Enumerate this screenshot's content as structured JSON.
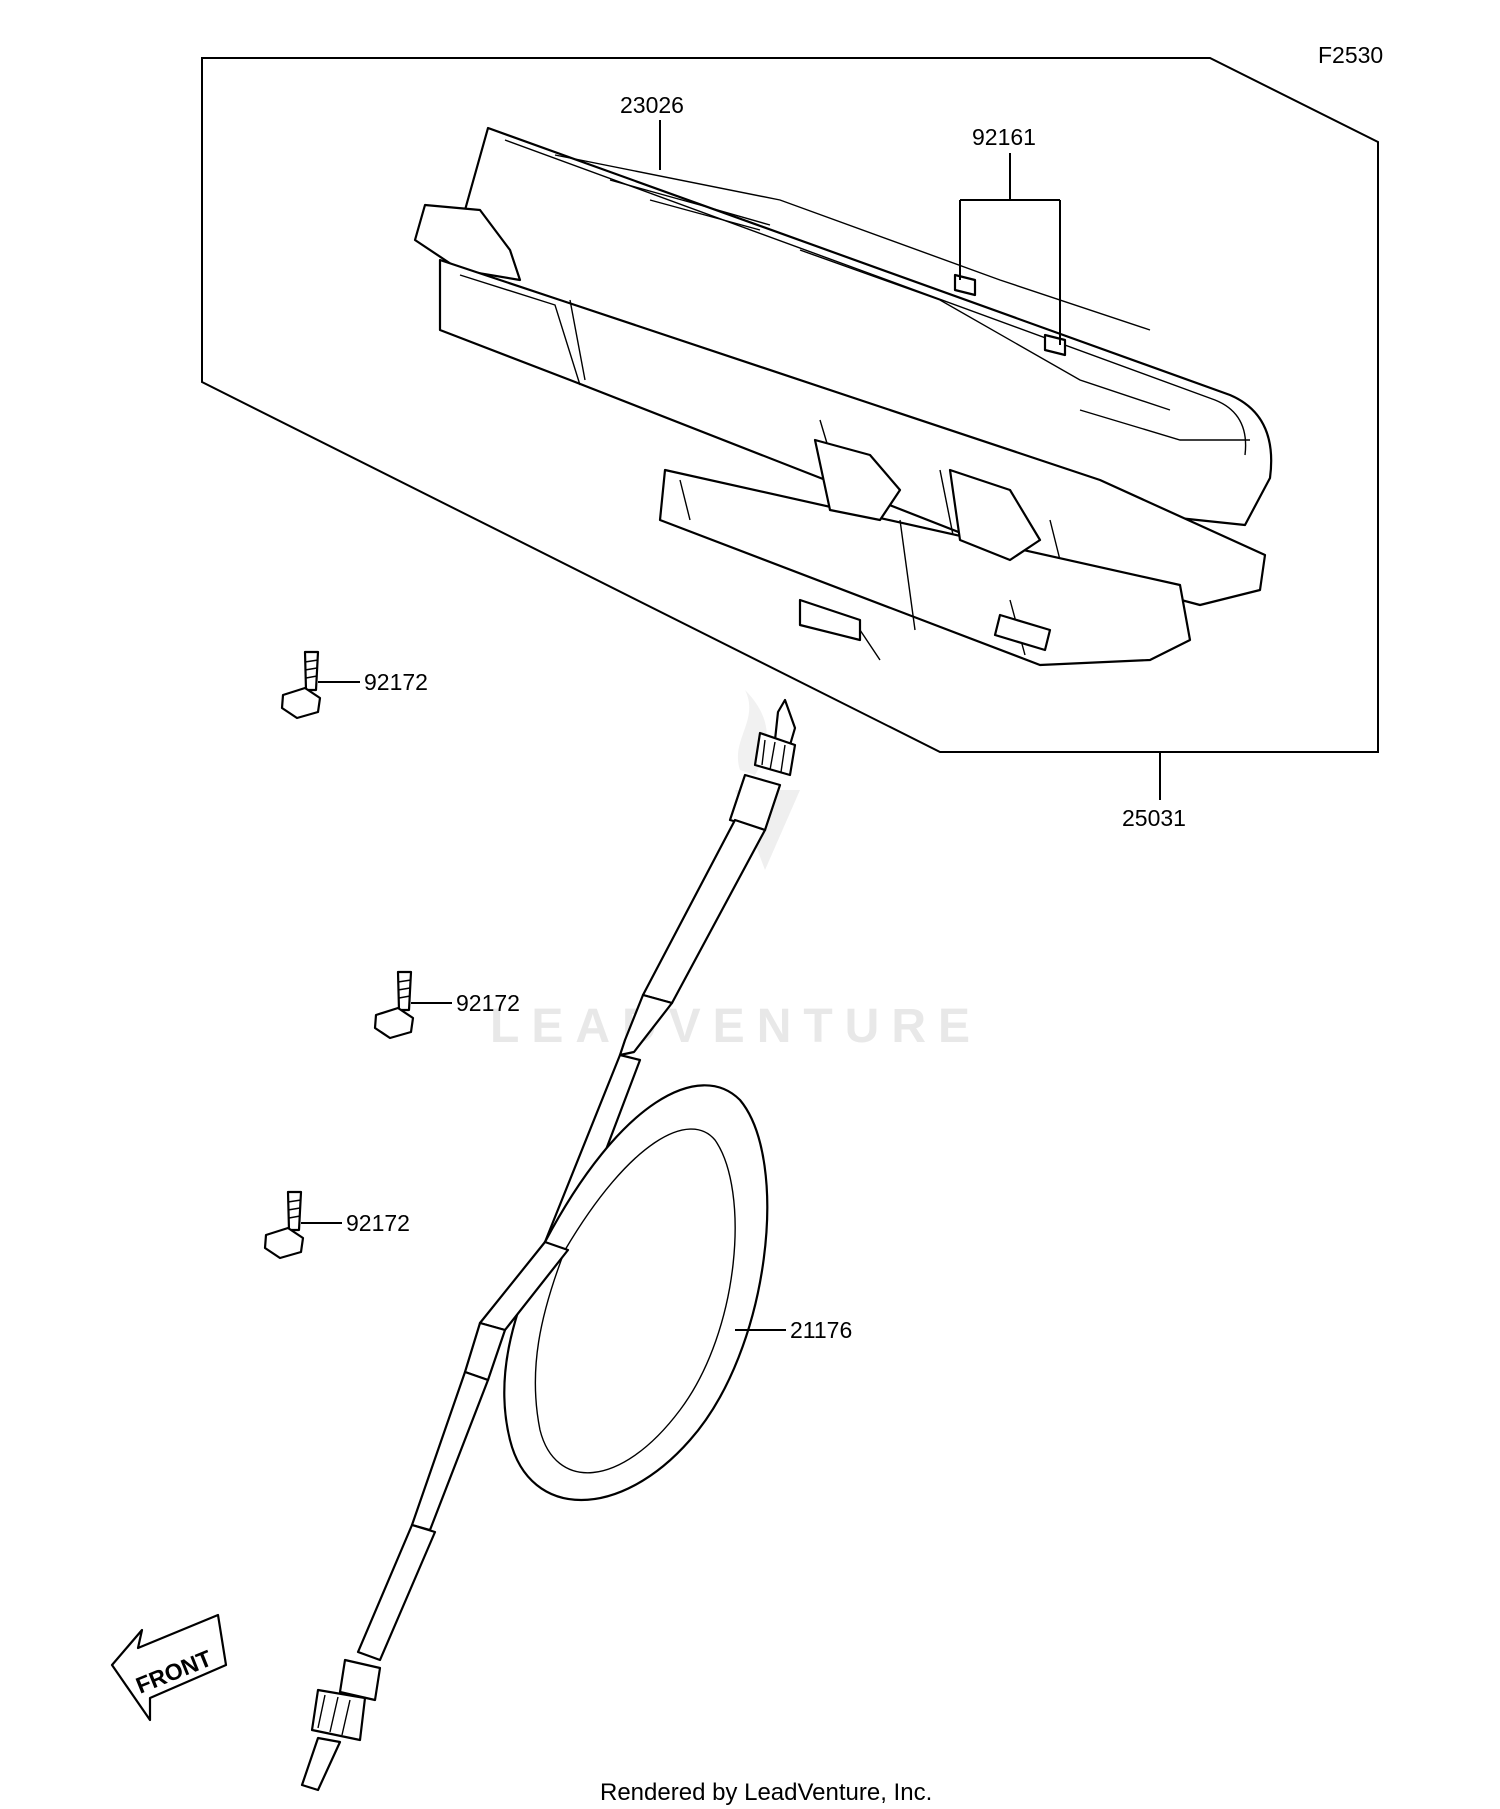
{
  "diagram_code": "F2530",
  "watermark": "LEADVENTURE",
  "footer": "Rendered by LeadVenture, Inc.",
  "front_arrow_label": "FRONT",
  "callouts": {
    "meter_assembly": "25031",
    "meter_case": "23026",
    "bracket_pair": "92161",
    "screw_1": "92172",
    "screw_2": "92172",
    "screw_3": "92172",
    "speedometer_cable": "21176"
  }
}
